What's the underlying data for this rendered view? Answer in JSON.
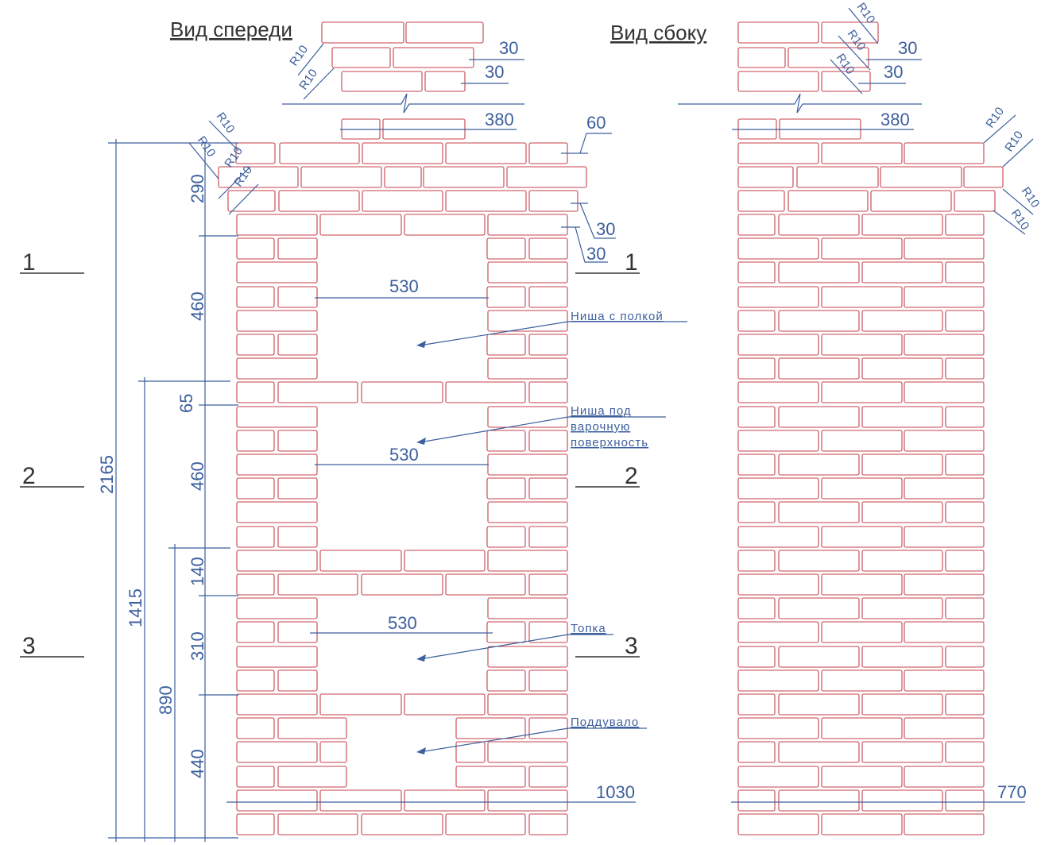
{
  "titles": {
    "front": "Вид спереди",
    "side": "Вид сбоку"
  },
  "sections": {
    "s1": "1",
    "s2": "2",
    "s3": "3"
  },
  "dimensions": {
    "total_height": "2165",
    "h1415": "1415",
    "h890": "890",
    "cap": "290",
    "niche1": "460",
    "shelf": "65",
    "niche2": "460",
    "h140": "140",
    "firebox": "310",
    "ashpit": "440",
    "width_niche1": "530",
    "width_niche2": "530",
    "width_firebox": "530",
    "front_width": "1030",
    "side_width": "770",
    "chimney_front": "380",
    "chimney_side": "380",
    "overhang": "60",
    "step": "30",
    "radius": "R10"
  },
  "callouts": {
    "niche_shelf": "Ниша с полкой",
    "niche_hob_1": "Ниша под",
    "niche_hob_2": "варочную",
    "niche_hob_3": "поверхность",
    "firebox": "Топка",
    "ashpit": "Поддувало"
  },
  "colors": {
    "brick": "#c4424a",
    "dimension": "#3d5f9e"
  }
}
